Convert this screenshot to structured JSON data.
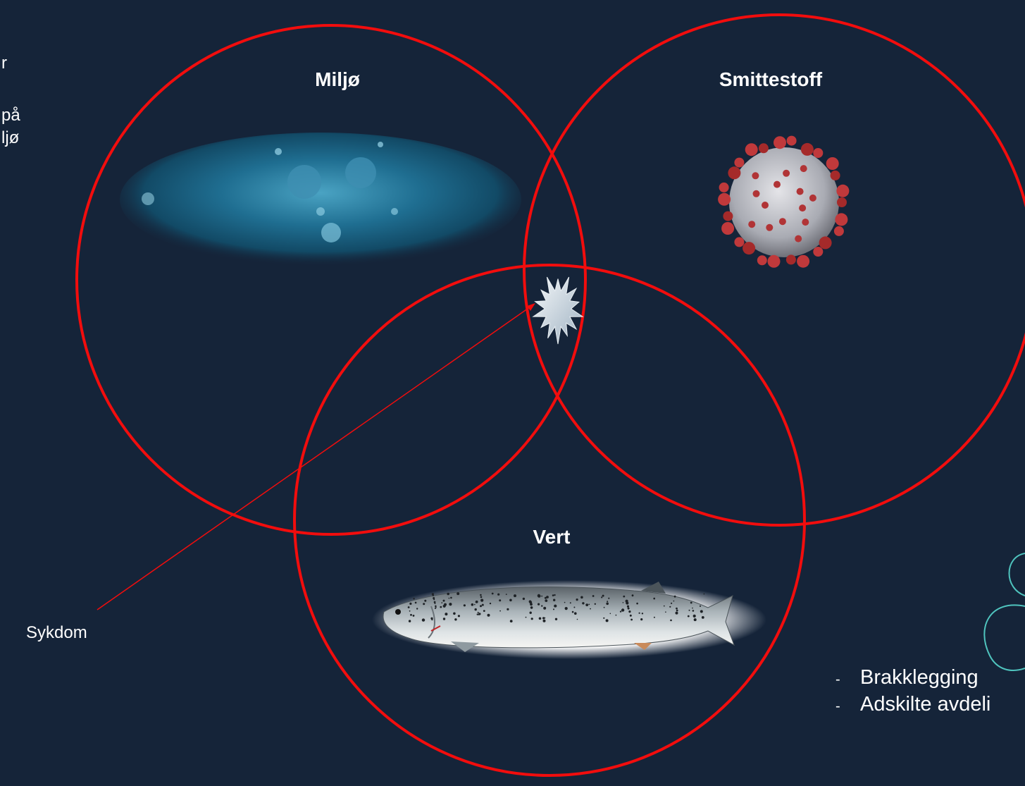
{
  "side_fragment": {
    "lines": [
      "r",
      "",
      "på",
      "ljø"
    ]
  },
  "circles": {
    "environment": {
      "label": "Miljø"
    },
    "pathogen": {
      "label": "Smittestoff"
    },
    "host": {
      "label": "Vert"
    }
  },
  "annotation": {
    "label": "Sykdom"
  },
  "measures": {
    "items": [
      "Brakklegging",
      "Adskilte avdeli"
    ]
  },
  "colors": {
    "background": "#152439",
    "circle_stroke": "#f20d0d",
    "text": "#ffffff",
    "decor_teal": "#4fc4be"
  },
  "icons": {
    "environment_image": "underwater-bubbles-image",
    "pathogen_image": "virus-image",
    "host_image": "salmon-image",
    "intersection": "burst-icon"
  }
}
